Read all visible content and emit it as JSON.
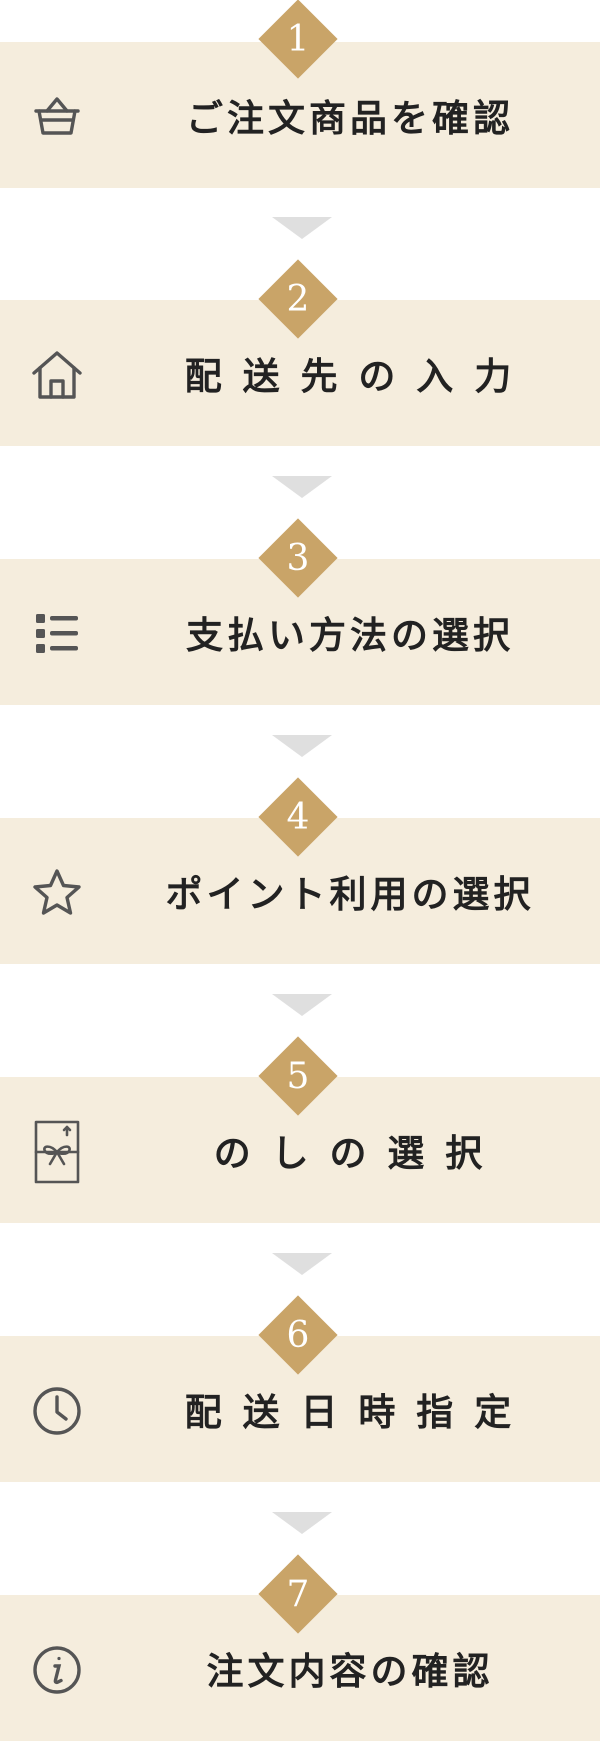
{
  "steps": [
    {
      "number": "1",
      "label": "ご注文商品を確認",
      "icon": "basket-icon"
    },
    {
      "number": "2",
      "label": "配 送 先 の 入 力",
      "icon": "home-icon"
    },
    {
      "number": "3",
      "label": "支払い方法の選択",
      "icon": "list-icon"
    },
    {
      "number": "4",
      "label": "ポイント利用の選択",
      "icon": "star-icon"
    },
    {
      "number": "5",
      "label": "の し の 選 択",
      "icon": "noshi-icon"
    },
    {
      "number": "6",
      "label": "配 送 日 時 指 定",
      "icon": "clock-icon"
    },
    {
      "number": "7",
      "label": "注文内容の確認",
      "icon": "info-icon"
    }
  ],
  "colors": {
    "step_background": "#f5eddd",
    "badge": "#c9a468",
    "connector": "#dfdfdf",
    "icon": "#555555",
    "label": "#222222"
  }
}
